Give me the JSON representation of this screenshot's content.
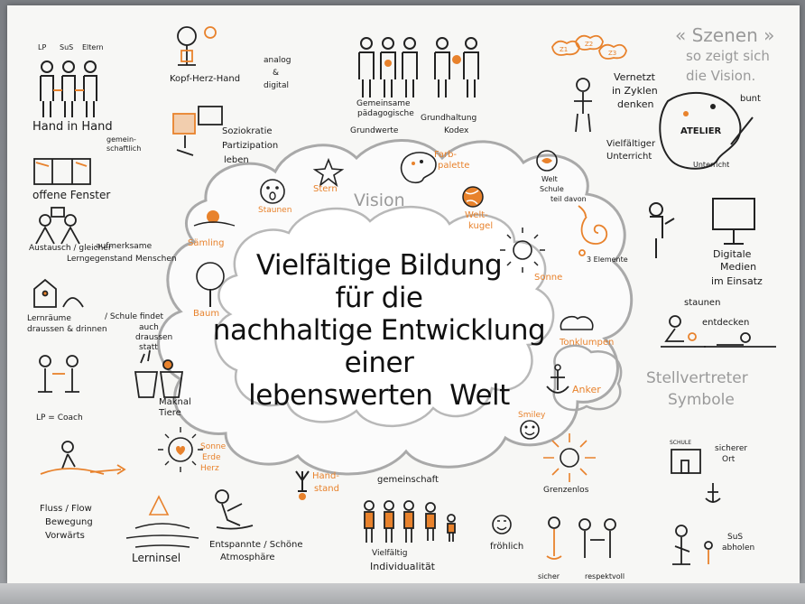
{
  "title": {
    "line1": "Vielfältige Bildung",
    "line2": "für die",
    "line3": "nachhaltige Entwicklung",
    "line4": "einer",
    "line5": "lebenswerten  Welt"
  },
  "corner": {
    "heading": "« Szenen »",
    "sub1": "so zeigt sich",
    "sub2": "die Vision."
  },
  "stellvertreter": {
    "line1": "Stellvertreter",
    "line2": "Symbole"
  },
  "vision": "Vision",
  "cloud_orange": {
    "stern": "Stern",
    "staunen": "Staunen",
    "saemling": "Sämling",
    "baum": "Baum",
    "farbpalette_1": "Farb-",
    "farbpalette_2": "palette",
    "weltkugel_1": "Welt-",
    "weltkugel_2": "kugel",
    "sonne": "Sonne",
    "tonklumpen": "Tonklumpen",
    "anker": "Anker",
    "smiley": "Smiley",
    "sonne_erde_herz_1": "Sonne",
    "sonne_erde_herz_2": "Erde",
    "sonne_erde_herz_3": "Herz",
    "handstand_1": "Hand-",
    "handstand_2": "stand"
  },
  "scenes": {
    "lp": "LP",
    "sus": "SuS",
    "eltern": "Eltern",
    "hand_in_hand": "Hand in Hand",
    "gemeinschaftlich_1": "gemein-",
    "gemeinschaftlich_2": "schaftlich",
    "offene_fenster": "offene Fenster",
    "austausch_1": "Austausch / gleicher",
    "austausch_2": "Lerngegenstand",
    "aufmerksame_1": "aufmerksame",
    "aufmerksame_2": "Menschen",
    "lernraeume_1": "Lernräume",
    "lernraeume_2": "draussen & drinnen",
    "schule_1": "/ Schule findet",
    "schule_2": "auch",
    "schule_3": "draussen",
    "schule_4": "statt",
    "lp_coach": "LP = Coach",
    "maknal_1": "Maknal",
    "maknal_2": "Tiere",
    "fluss_1": "Fluss / Flow",
    "fluss_2": "Bewegung",
    "fluss_3": "Vorwärts",
    "lerninsel": "Lerninsel",
    "entspannte_1": "Entspannte / Schöne",
    "entspannte_2": "Atmosphäre",
    "gemeinschaft": "gemeinschaft",
    "vielfaeltig": "Vielfältig",
    "individualitaet": "Individualität",
    "froehlich": "fröhlich",
    "sicher": "sicher",
    "respektvoll": "respektvoll",
    "sus_abholen_1": "SuS",
    "sus_abholen_2": "abholen",
    "grenzenlos": "Grenzenlos",
    "sicherer_ort_1": "sicherer",
    "sicherer_ort_2": "Ort",
    "schule_sign": "SCHULE",
    "staunen_r": "staunen",
    "entdecken": "entdecken",
    "digitale_1": "Digitale",
    "digitale_2": "Medien",
    "digitale_3": "im Einsatz",
    "drei_elemente": "3 Elemente",
    "welt_schule_1": "Welt",
    "welt_schule_2": "Schule",
    "welt_schule_3": "teil davon",
    "vielfaeltiger_1": "Vielfältiger",
    "vielfaeltiger_2": "Unterricht",
    "atelier": "ATELIER",
    "unterricht": "Unterricht",
    "bunt": "bunt",
    "vernetzt_1": "Vernetzt",
    "vernetzt_2": "in Zyklen",
    "vernetzt_3": "denken",
    "z1": "Z1",
    "z2": "Z2",
    "z3": "Z3",
    "gemeinsame_1": "Gemeinsame",
    "gemeinsame_2": "pädagogische",
    "grundhaltung": "Grundhaltung",
    "grundwerte": "Grundwerte",
    "kodex": "Kodex",
    "kopf_herz_hand": "Kopf-Herz-Hand",
    "analog_1": "analog",
    "analog_2": "&",
    "analog_3": "digital",
    "soziokratie_1": "Soziokratie",
    "soziokratie_2": "Partizipation",
    "soziokratie_3": "leben"
  }
}
